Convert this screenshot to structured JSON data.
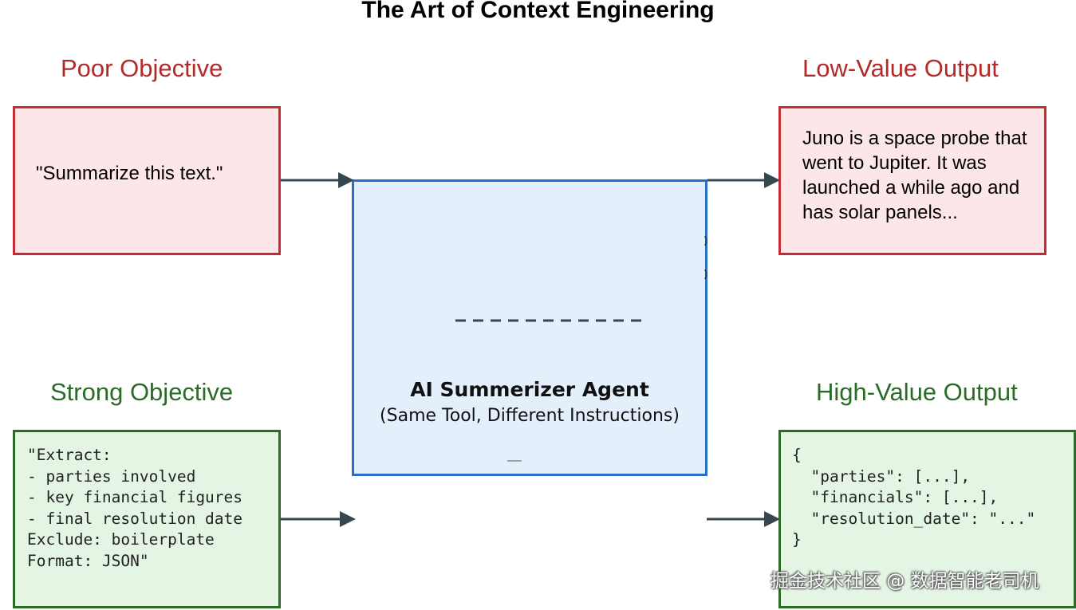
{
  "title": "The Art of Context Engineering",
  "poor": {
    "heading": "Poor Objective",
    "prompt": "\"Summarize this text.\""
  },
  "low_value": {
    "heading": "Low-Value Output",
    "text": "Juno is a space probe that\nwent to Jupiter. It was\nlaunched a while ago and\nhas solar panels..."
  },
  "strong": {
    "heading": "Strong Objective",
    "prompt": "\"Extract:\n- parties involved\n- key financial figures\n- final resolution date\nExclude: boilerplate\nFormat: JSON\""
  },
  "high_value": {
    "heading": "High-Value Output",
    "text": "{\n  \"parties\": [...],\n  \"financials\": [...],\n  \"resolution_date\": \"...\"\n}"
  },
  "agent": {
    "name": "AI Summerizer Agent",
    "subtitle": "(Same Tool, Different Instructions)"
  },
  "watermark": "掘金技术社区 @ 数据智能老司机",
  "colors": {
    "poor_red": "#c62d32",
    "poor_fill": "#fde6e8",
    "strong_green": "#2b6a27",
    "strong_fill": "#e5f5e4",
    "agent_blue": "#2670c5",
    "agent_fill": "#e3f0fc",
    "arrow": "#37474f"
  }
}
